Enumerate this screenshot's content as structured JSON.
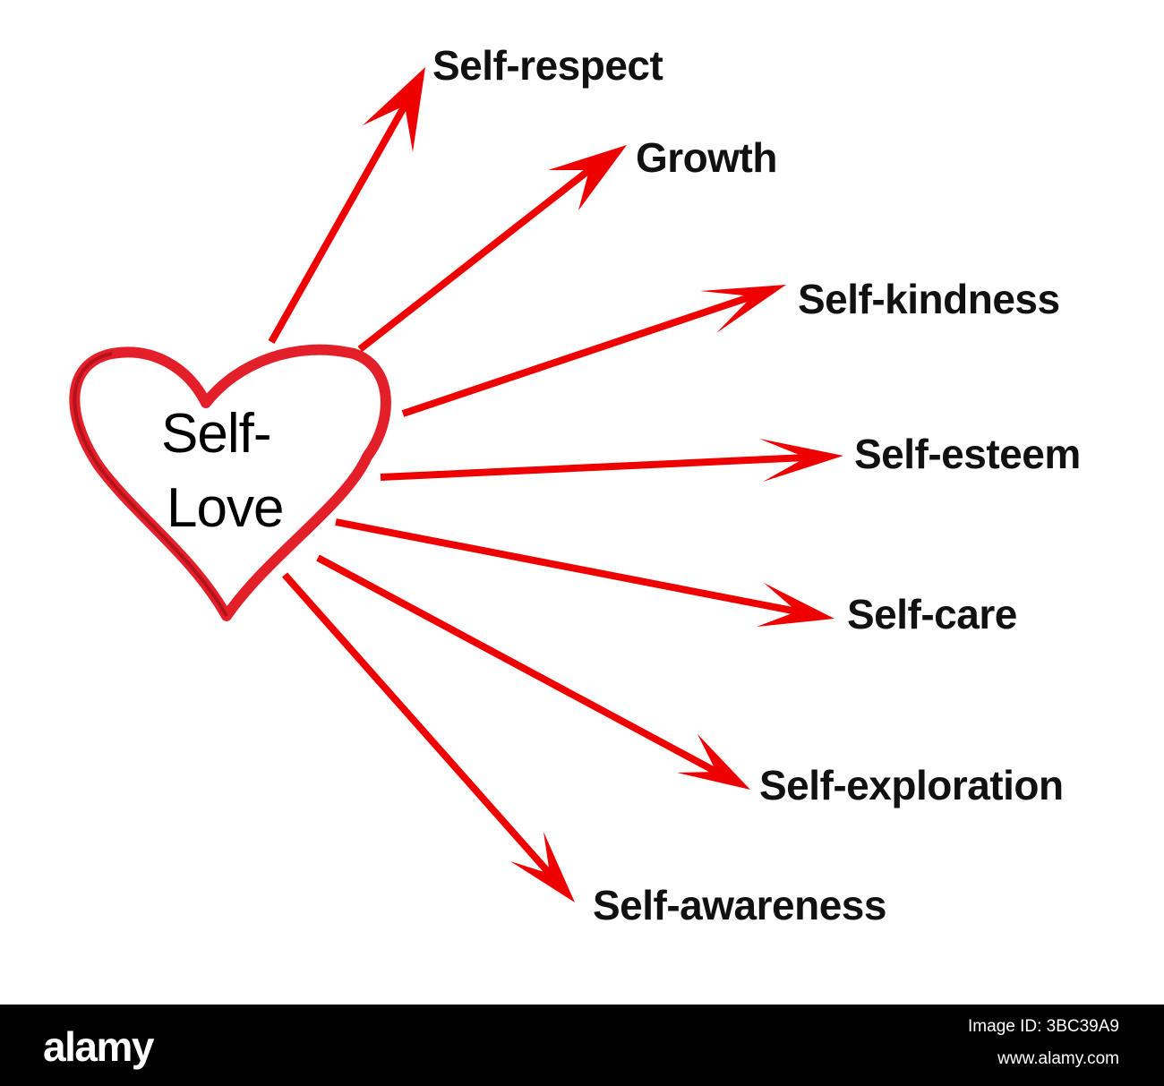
{
  "colors": {
    "arrow": "#ee0000",
    "heart_outer": "#e3202a",
    "heart_inner": "#b5121b",
    "text": "#111111",
    "footer_bg": "#000000",
    "footer_text": "#ffffff"
  },
  "center": {
    "line1": "Self-",
    "line2": "Love"
  },
  "branches": [
    "Self-respect",
    "Growth",
    "Self-kindness",
    "Self-esteem",
    "Self-care",
    "Self-exploration",
    "Self-awareness"
  ],
  "footer": {
    "brand": "alamy",
    "image_id": "Image ID: 3BC39A9",
    "site": "www.alamy.com"
  }
}
